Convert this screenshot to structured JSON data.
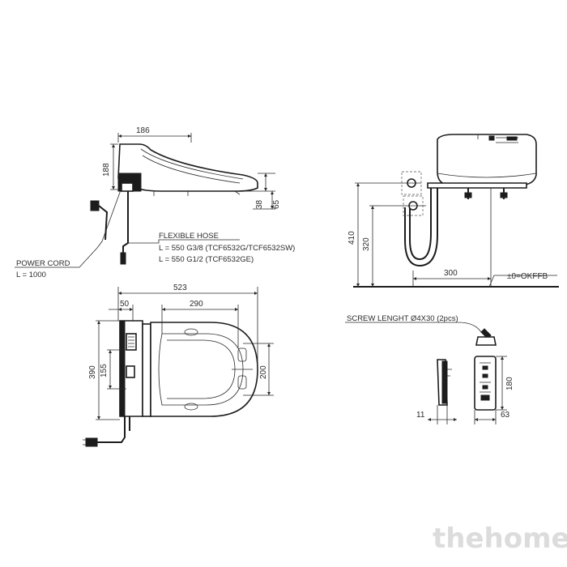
{
  "side_view": {
    "width_186": "186",
    "height_188": "188",
    "dim_38": "38",
    "dim_65": "65"
  },
  "flexible_hose": {
    "title": "FLEXIBLE HOSE",
    "line1": "L = 550 G3/8 (TCF6532G/TCF6532SW)",
    "line2": "L = 550 G1/2 (TCF6532GE)"
  },
  "power_cord": {
    "title": "POWER CORD",
    "length": "L = 1000"
  },
  "wall_view": {
    "height_410": "410",
    "height_320": "320",
    "width_300": "300",
    "floor_label": "±0=OKFFB"
  },
  "top_view": {
    "width_523": "523",
    "dim_50": "50",
    "dim_290": "290",
    "height_390": "390",
    "dim_155": "155",
    "dim_200": "200"
  },
  "remote": {
    "screw_label": "SCREW LENGHT Ø4X30 (2pcs)",
    "dim_11": "11",
    "dim_180": "180",
    "dim_63": "63"
  },
  "watermark": "thehome"
}
